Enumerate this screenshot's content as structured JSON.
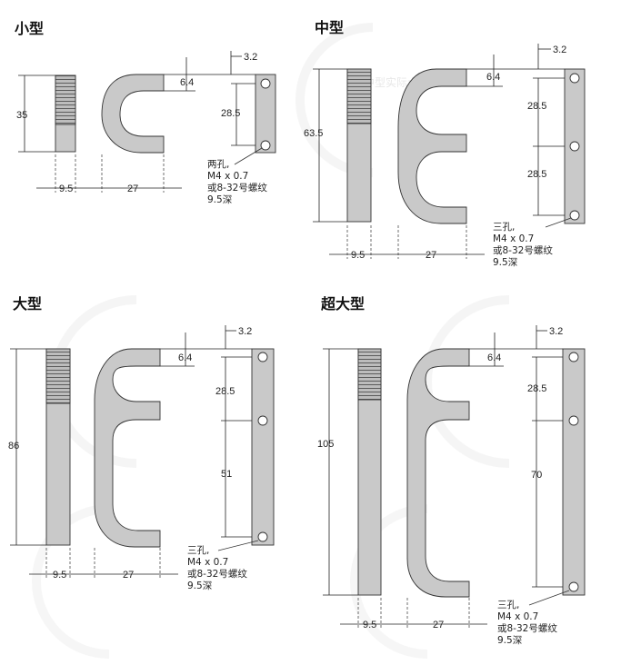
{
  "watermark": "中型实际大小",
  "hole_note": {
    "two": "两孔,",
    "three": "三孔,",
    "thread_metric": "M4 x 0.7",
    "thread_unc": "或8-32号螺纹",
    "depth": "9.5深"
  },
  "panels": {
    "small": {
      "title": "小型",
      "height": "35",
      "width": "9.5",
      "depth": "27",
      "offset": "6.4",
      "edge": "3.2",
      "spacing1": "28.5"
    },
    "medium": {
      "title": "中型",
      "height": "63.5",
      "width": "9.5",
      "depth": "27",
      "offset": "6.4",
      "edge": "3.2",
      "spacing1": "28.5",
      "spacing2": "28.5"
    },
    "large": {
      "title": "大型",
      "height": "86",
      "width": "9.5",
      "depth": "27",
      "offset": "6.4",
      "edge": "3.2",
      "spacing1": "28.5",
      "spacing2": "51"
    },
    "xlarge": {
      "title": "超大型",
      "height": "105",
      "width": "9.5",
      "depth": "27",
      "offset": "6.4",
      "edge": "3.2",
      "spacing1": "28.5",
      "spacing2": "70"
    }
  }
}
